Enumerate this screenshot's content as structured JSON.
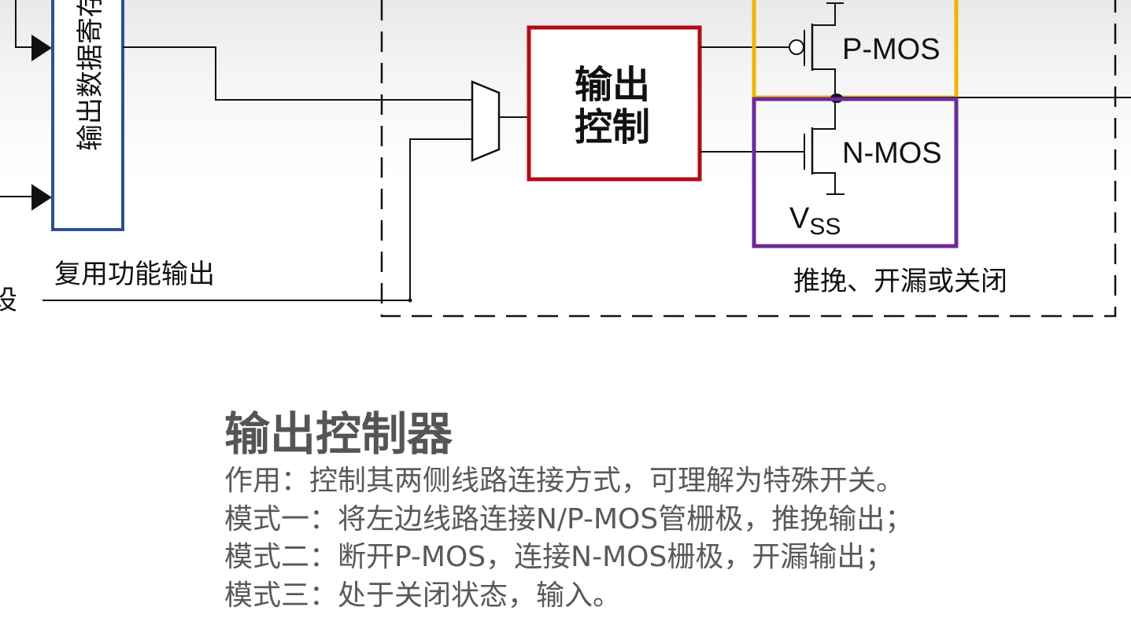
{
  "diagram": {
    "output_data_register": "输出数据寄存",
    "alternate_function_output": "复用功能输出",
    "left_cut_label": "设",
    "output_control": [
      "输出",
      "控制"
    ],
    "pmos_label": "P-MOS",
    "nmos_label": "N-MOS",
    "vss_base": "V",
    "vss_sub": "SS",
    "mode_label": "推挽、开漏或关闭",
    "colors": {
      "register_border": "#2f4f8f",
      "control_border": "#b00c14",
      "pmos_border": "#f0b400",
      "nmos_border": "#6b2a9a"
    }
  },
  "content": {
    "title": "输出控制器",
    "lines": [
      "作用：控制其两侧线路连接方式，可理解为特殊开关。",
      "模式一：将左边线路连接N/P-MOS管栅极，推挽输出；",
      "模式二：断开P-MOS，连接N-MOS栅极，开漏输出；",
      "模式三：处于关闭状态，输入。"
    ]
  }
}
